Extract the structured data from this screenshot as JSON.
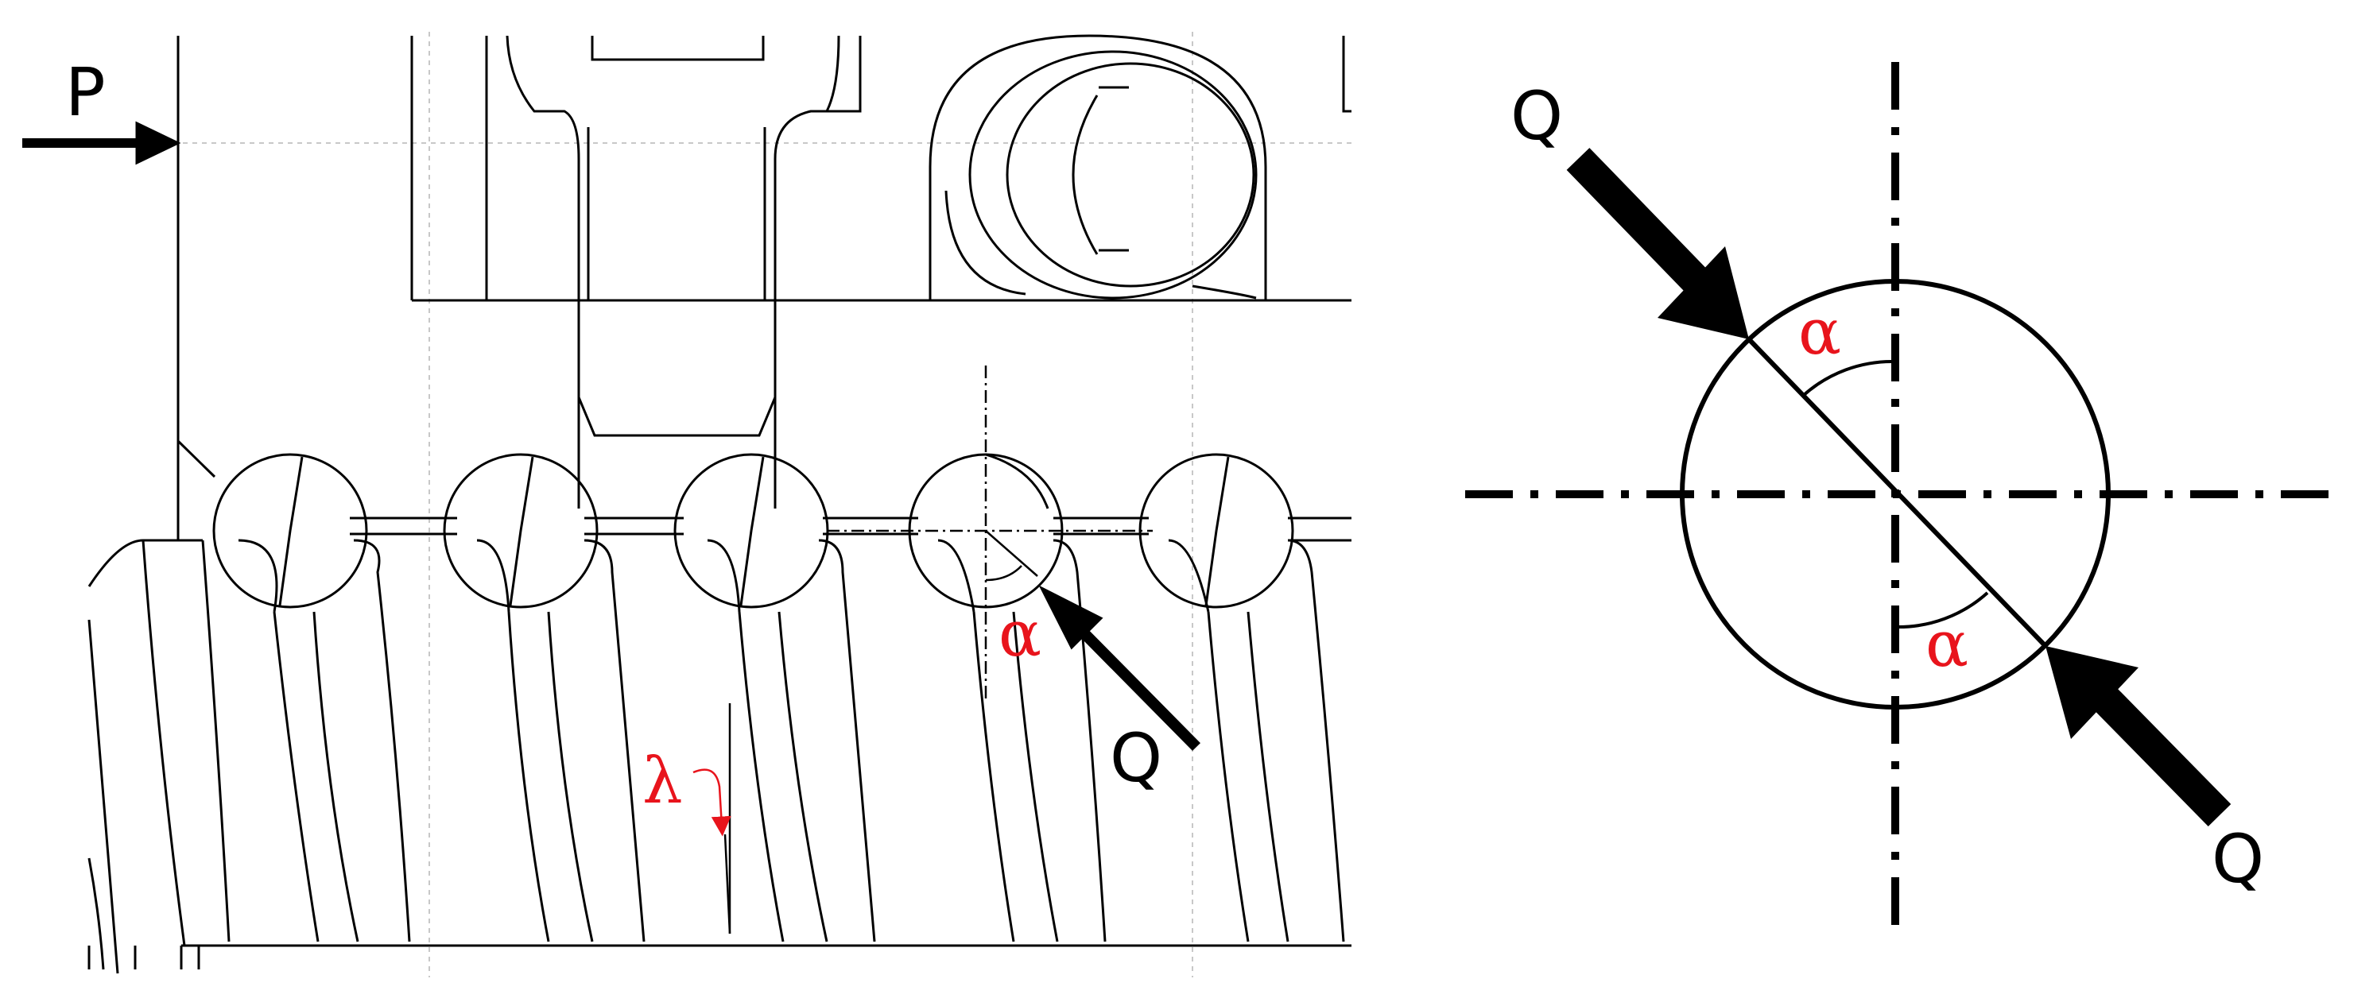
{
  "labels": {
    "axial_load": "P",
    "ball_load": "Q",
    "contact_angle": "α",
    "lead_angle": "λ",
    "right_load_top": "Q",
    "right_load_bottom": "Q",
    "right_angle_top": "α",
    "right_angle_bottom": "α"
  },
  "colors": {
    "line": "#000000",
    "annotation": "#e8141c",
    "background": "#ffffff"
  }
}
